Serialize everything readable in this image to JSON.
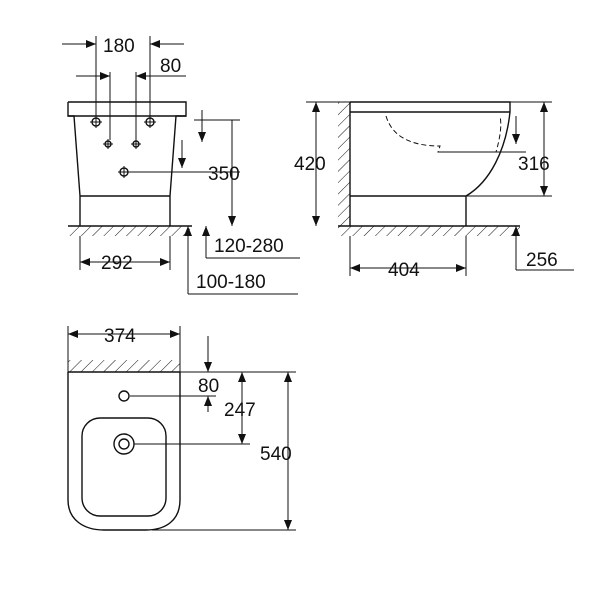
{
  "drawing": {
    "front_view": {
      "dims": {
        "top_width": "180",
        "top_offset": "80",
        "height_350": "350",
        "base_width": "292",
        "range_a": "120-280",
        "range_b": "100-180"
      }
    },
    "side_view": {
      "dims": {
        "height_420": "420",
        "height_316": "316",
        "depth_404": "404",
        "offset_256": "256"
      }
    },
    "top_view": {
      "dims": {
        "width_374": "374",
        "offset_80": "80",
        "offset_247": "247",
        "depth_540": "540"
      }
    }
  }
}
